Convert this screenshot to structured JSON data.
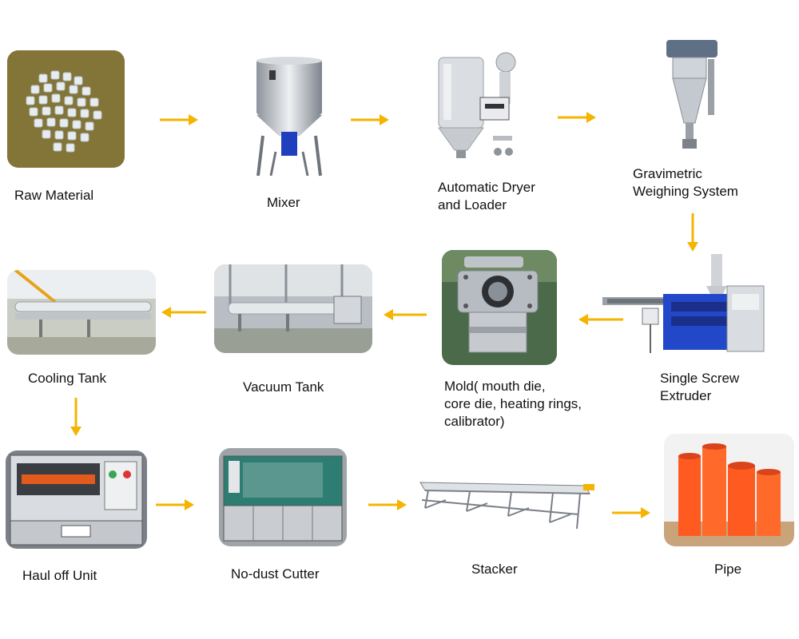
{
  "colors": {
    "arrow": "#f5b400",
    "pipe": "#ff5a1f",
    "steel": "#c9ccd1",
    "blue_motor": "#1f3fbf"
  },
  "steps": [
    {
      "id": "raw-material",
      "label": "Raw  Material",
      "icon": "plastic-granules-photo"
    },
    {
      "id": "mixer",
      "label": "Mixer",
      "icon": "mixer-machine-photo"
    },
    {
      "id": "dryer",
      "label": "Automatic Dryer and Loader",
      "icon": "dryer-loader-photo"
    },
    {
      "id": "gravimetric",
      "label": "Gravimetric Weighing System",
      "icon": "gravimetric-hopper-photo"
    },
    {
      "id": "extruder",
      "label": "Single Screw Extruder",
      "icon": "single-screw-extruder-photo"
    },
    {
      "id": "mold",
      "label": "Mold( mouth die, core die, heating rings, calibrator)",
      "icon": "mold-die-photo"
    },
    {
      "id": "vacuum-tank",
      "label": "Vacuum Tank",
      "icon": "vacuum-tank-photo"
    },
    {
      "id": "cooling-tank",
      "label": "Cooling Tank",
      "icon": "cooling-tank-photo"
    },
    {
      "id": "haul-off",
      "label": "Haul off Unit",
      "icon": "haul-off-unit-photo"
    },
    {
      "id": "cutter",
      "label": "No-dust Cutter",
      "icon": "no-dust-cutter-photo"
    },
    {
      "id": "stacker",
      "label": "Stacker",
      "icon": "stacker-rack-photo"
    },
    {
      "id": "pipe",
      "label": "Pipe",
      "icon": "orange-pipe-photo"
    }
  ],
  "labels": {
    "dryer_l1": "Automatic Dryer",
    "dryer_l2": "and Loader",
    "grav_l1": "Gravimetric",
    "grav_l2": "Weighing System",
    "extruder_l1": "Single Screw",
    "extruder_l2": "Extruder",
    "mold_l1": "Mold( mouth die,",
    "mold_l2": "core die, heating rings,",
    "mold_l3": "calibrator)"
  }
}
